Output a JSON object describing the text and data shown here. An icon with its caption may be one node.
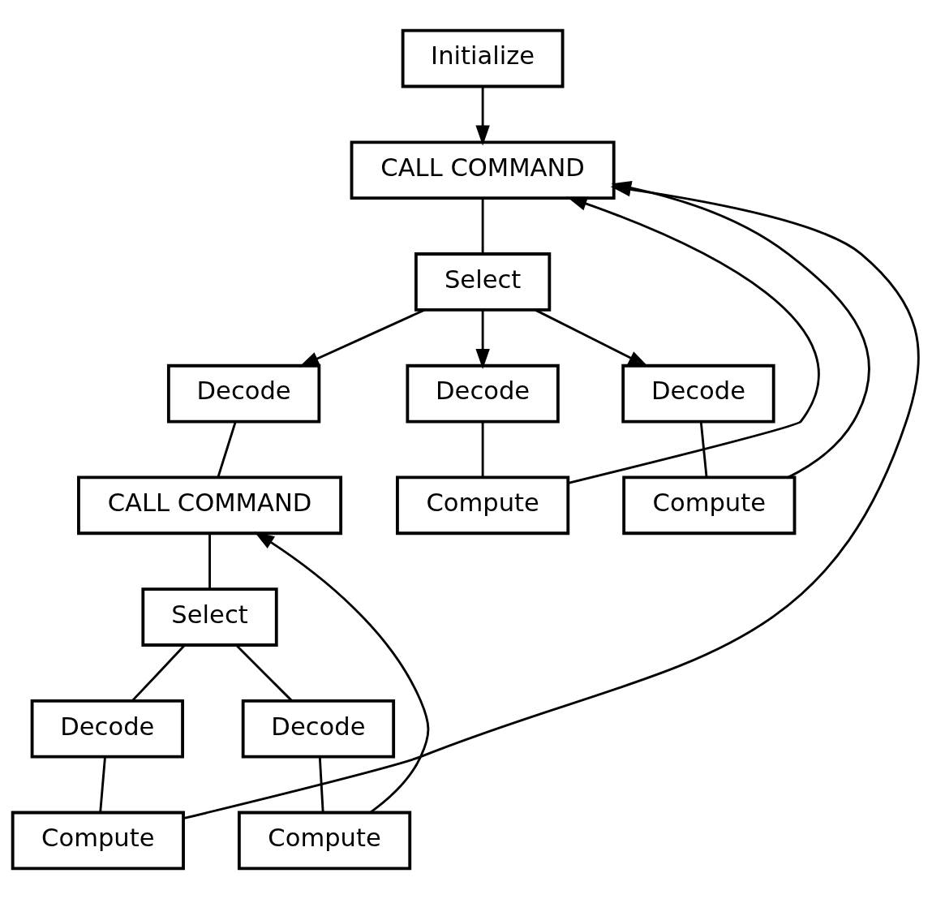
{
  "diagram": {
    "nodes": [
      {
        "text": [
          "Initialize"
        ]
      },
      {
        "text": [
          "CALL COMMAND"
        ]
      },
      {
        "text": [
          "Select"
        ]
      },
      {
        "text": [
          "Decode"
        ]
      },
      {
        "text": [
          "Decode"
        ]
      },
      {
        "text": [
          "Decode"
        ]
      },
      {
        "text": [
          "CALL COMMAND"
        ]
      },
      {
        "text": [
          "Compute"
        ]
      },
      {
        "text": [
          "Compute"
        ]
      },
      {
        "text": [
          "Select"
        ]
      },
      {
        "text": [
          "Decode"
        ]
      },
      {
        "text": [
          "Decode"
        ]
      },
      {
        "text": [
          "Compute"
        ]
      },
      {
        "text": [
          "Compute"
        ]
      }
    ],
    "edges": [
      {
        "from": 0,
        "to": 1,
        "arrow": "to"
      },
      {
        "from": 1,
        "to": 2,
        "arrow": "none"
      },
      {
        "from": 2,
        "to": 3,
        "arrow": "to"
      },
      {
        "from": 2,
        "to": 4,
        "arrow": "to"
      },
      {
        "from": 2,
        "to": 5,
        "arrow": "to"
      },
      {
        "from": 3,
        "to": 6,
        "arrow": "none"
      },
      {
        "from": 4,
        "to": 7,
        "arrow": "none"
      },
      {
        "from": 5,
        "to": 8,
        "arrow": "none"
      },
      {
        "from": 6,
        "to": 9,
        "arrow": "none"
      },
      {
        "from": 9,
        "to": 10,
        "arrow": "none"
      },
      {
        "from": 9,
        "to": 11,
        "arrow": "none"
      },
      {
        "from": 10,
        "to": 12,
        "arrow": "none"
      },
      {
        "from": 11,
        "to": 13,
        "arrow": "none"
      },
      {
        "from": 13,
        "to": 6,
        "arrow": "to"
      },
      {
        "from": 12,
        "to": 1,
        "arrow": "to"
      },
      {
        "from": 7,
        "to": 1,
        "arrow": "to"
      },
      {
        "from": 8,
        "to": 1,
        "arrow": "to"
      }
    ]
  }
}
